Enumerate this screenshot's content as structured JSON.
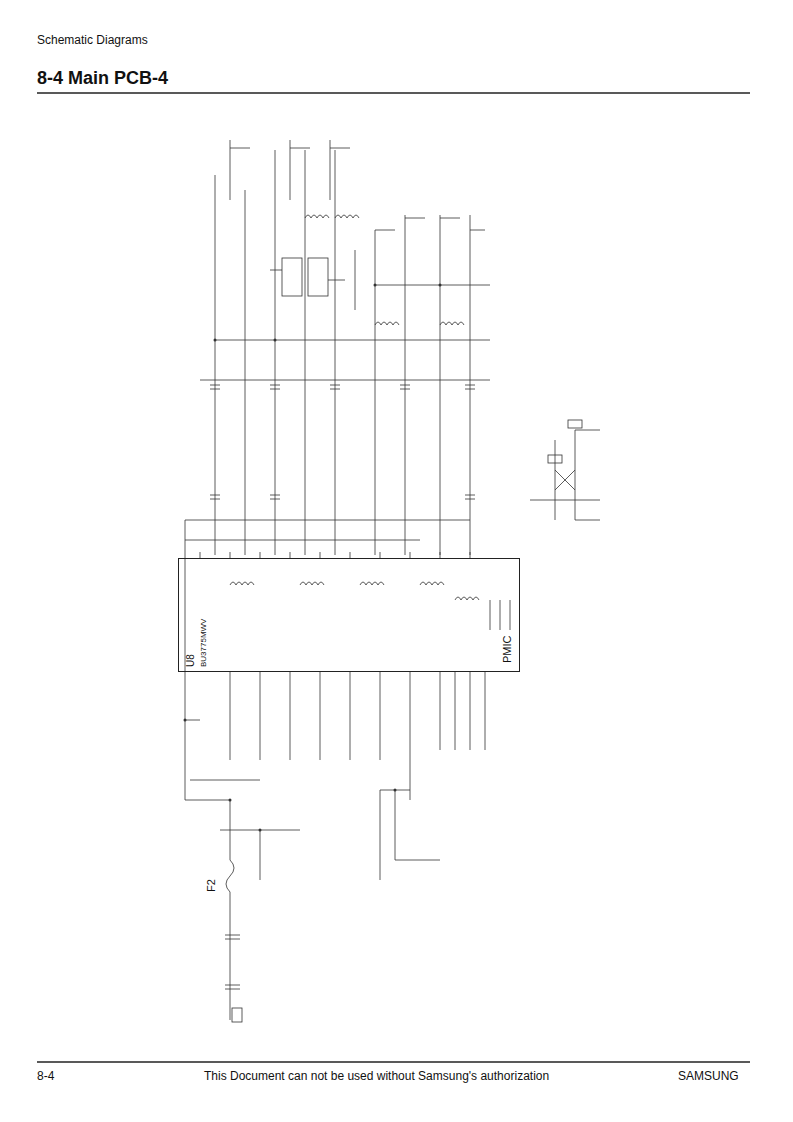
{
  "diagram": {
    "title": "8-4 Main PCB-4",
    "nodes": [
      {
        "text": [
          "U8",
          "BU3775MWV",
          "PMIC"
        ]
      }
    ],
    "edges": [],
    "labels": [
      "Schematic Diagrams",
      "F2",
      "8-4",
      "This Document can not be used without Samsung's authorization",
      "SAMSUNG"
    ]
  }
}
